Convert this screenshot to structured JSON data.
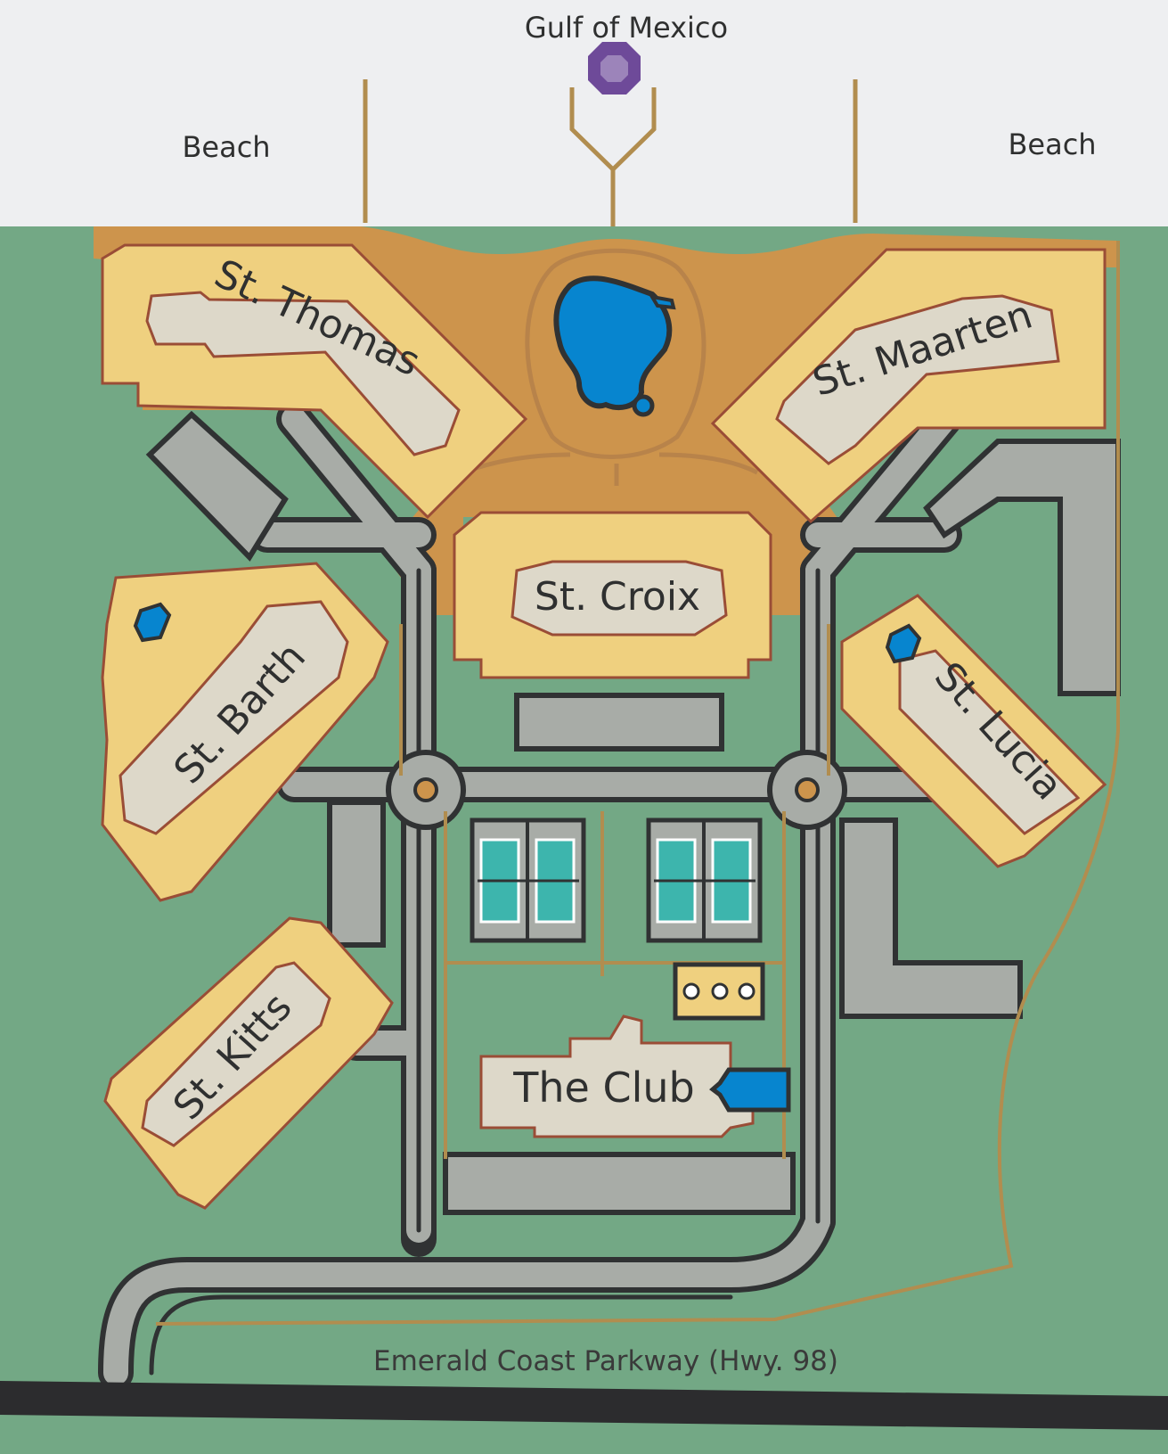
{
  "map": {
    "water_label": "Gulf of Mexico",
    "beach_left": "Beach",
    "beach_right": "Beach",
    "highway_label": "Emerald Coast Parkway (Hwy. 98)",
    "buildings": {
      "st_thomas": "St. Thomas",
      "st_maarten": "St. Maarten",
      "st_croix": "St. Croix",
      "st_barth": "St. Barth",
      "st_lucia": "St. Lucia",
      "st_kitts": "St. Kitts",
      "the_club": "The Club"
    }
  },
  "colors": {
    "beach": "#eeeff1",
    "grass": "#73a885",
    "sand_plaza": "#cd944c",
    "building_grounds": "#efd07f",
    "building_core": "#ddd8c9",
    "outline": "#9a4d36",
    "road": "#a8aca7",
    "road_outline": "#303233",
    "path": "#b18d4f",
    "pool": "#0785cf",
    "tennis_court": "#3db5ad",
    "highway": "#2c2c2e",
    "beach_icon": "#6e4a99"
  },
  "icons": [
    "beach-access-octagon-icon",
    "pool-icon",
    "tennis-court-icon",
    "roundabout-icon",
    "basketball-court-icon"
  ]
}
